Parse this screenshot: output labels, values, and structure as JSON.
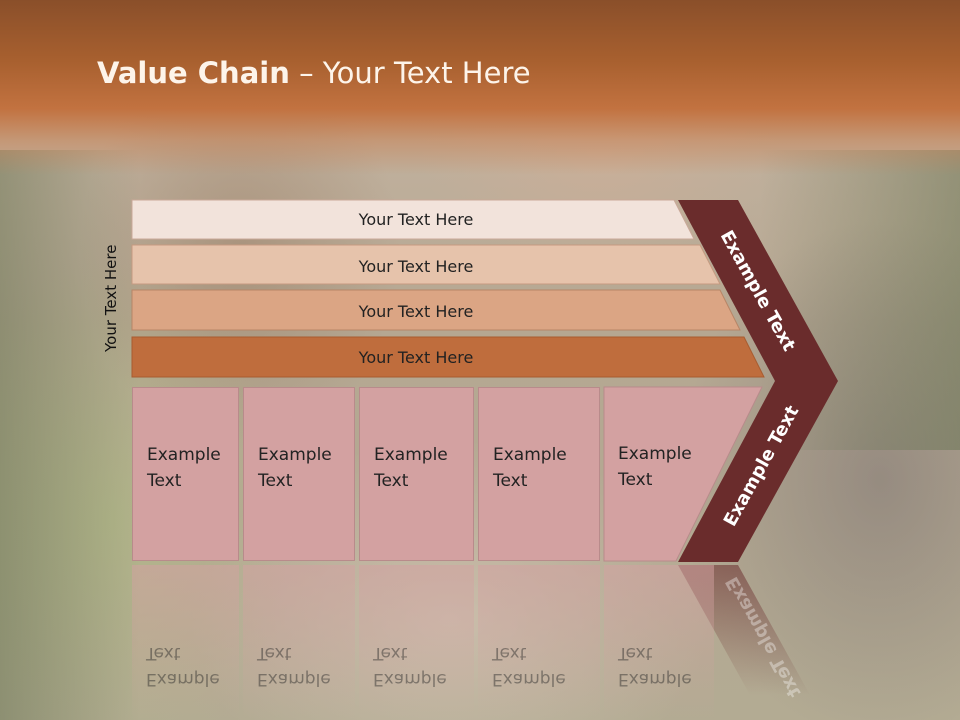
{
  "title": {
    "bold": "Value Chain",
    "rest": " – Your Text Here"
  },
  "side_label": "Your Text Here",
  "bars": [
    {
      "label": "Your Text Here",
      "color": "#f2e3db"
    },
    {
      "label": "Your Text Here",
      "color": "#e6c3ab"
    },
    {
      "label": "Your Text Here",
      "color": "#dba584"
    },
    {
      "label": "Your Text Here",
      "color": "#bf6d3d"
    }
  ],
  "boxes": [
    {
      "label": "Example Text"
    },
    {
      "label": "Example Text"
    },
    {
      "label": "Example Text"
    },
    {
      "label": "Example Text"
    },
    {
      "label": "Example Text"
    }
  ],
  "chevron": {
    "upper": "Example Text",
    "lower": "Example Text",
    "color": "#6a2c2c"
  }
}
